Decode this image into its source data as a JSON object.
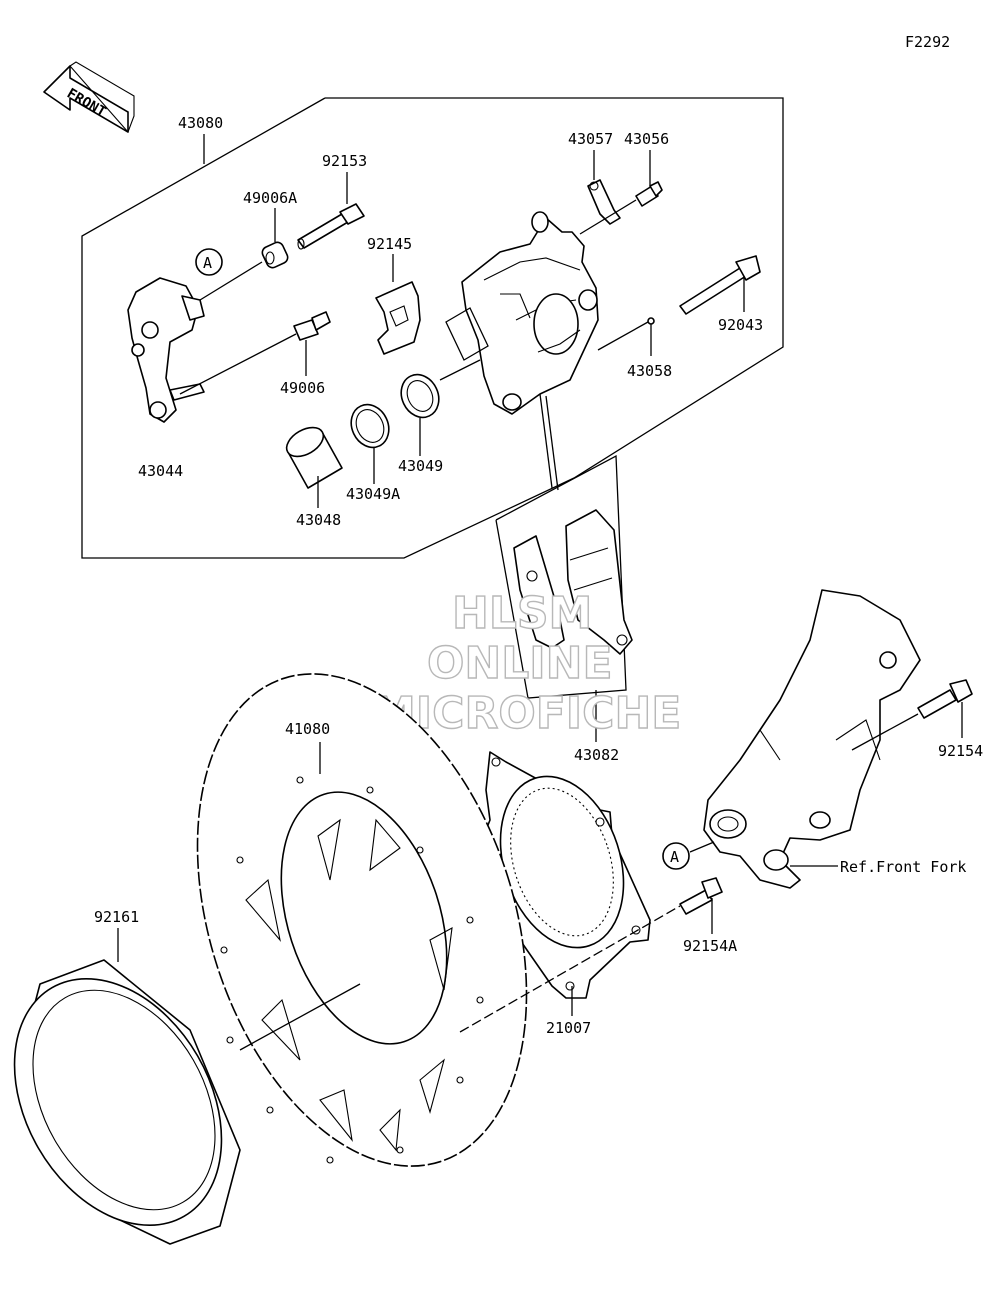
{
  "figure_code": "F2292",
  "front_arrow": {
    "label": "FRONT"
  },
  "callout_marker": "A",
  "watermark": {
    "line1": "HLSM",
    "line2": "ONLINE",
    "line3": "MICROFICHE"
  },
  "parts": {
    "p43080": "43080",
    "p49006A": "49006A",
    "p92153": "92153",
    "p92145": "92145",
    "p43057": "43057",
    "p43056": "43056",
    "p92043": "92043",
    "p43058": "43058",
    "p49006": "49006",
    "p43044": "43044",
    "p43049": "43049",
    "p43049A": "43049A",
    "p43048": "43048",
    "p43082": "43082",
    "p41080": "41080",
    "p92154": "92154",
    "p92154A": "92154A",
    "p21007": "21007",
    "p92161": "92161"
  },
  "ref_front_fork": "Ref.Front Fork"
}
